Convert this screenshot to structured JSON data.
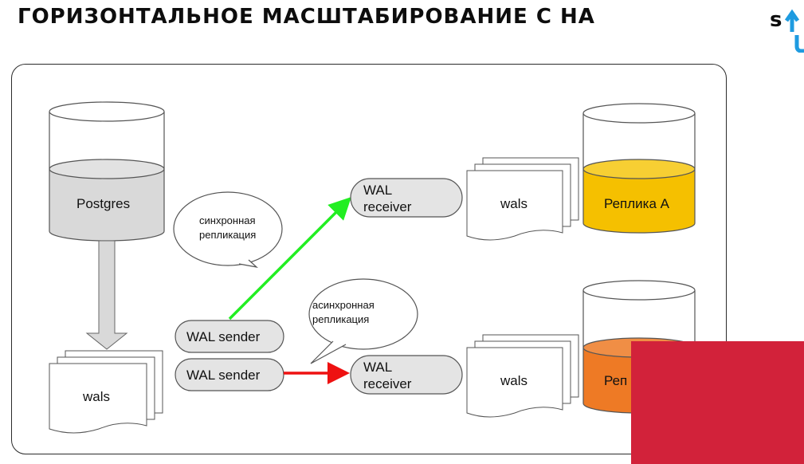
{
  "title": "ГОРИЗОНТАЛЬНОЕ МАСШТАБИРОВАНИЕ С НА",
  "logo": {
    "text": "s",
    "accent_color": "#1e9be0"
  },
  "colors": {
    "sync_arrow": "#22ee22",
    "async_arrow": "#ee1111",
    "replica_a": "#f5c000",
    "replica_b": "#ee7a25",
    "primary_fill": "#d9d9d9",
    "overlay": "#d2223a"
  },
  "diagram": {
    "primary_db": "Postgres",
    "primary_wals": "wals",
    "sender_top": "WAL sender",
    "sender_bottom": "WAL sender",
    "receiver_top": "WAL\nreceiver",
    "receiver_bottom": "WAL\nreceiver",
    "replica_wals_top": "wals",
    "replica_wals_bottom": "wals",
    "replica_a": "Реплика А",
    "replica_b_visible": "Реп",
    "bubble_sync": "синхронная\nрепликация",
    "bubble_async": "асинхронная\nрепликация"
  }
}
